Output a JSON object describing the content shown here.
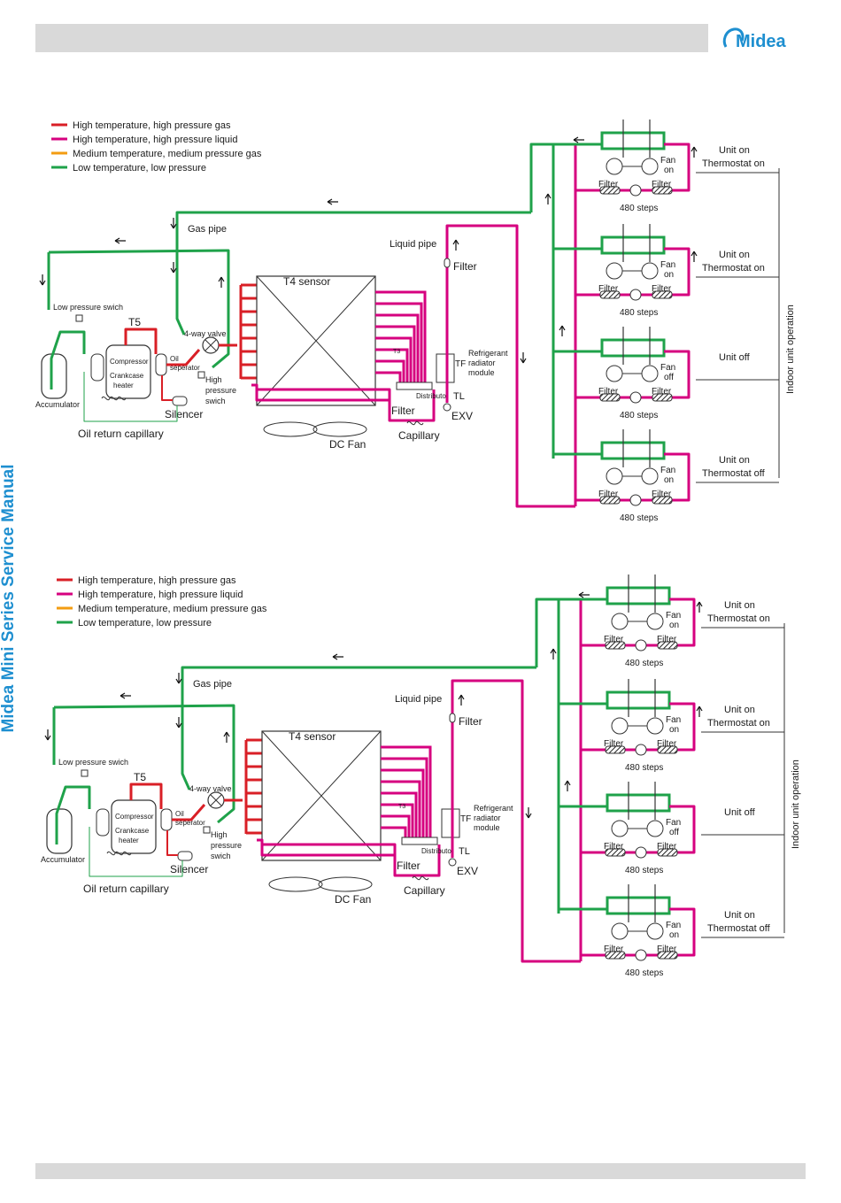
{
  "header": {
    "logo_text": "Midea"
  },
  "side_title": "Midea Mini Series Service Manual",
  "colors": {
    "hot_gas": "#d91f26",
    "hot_liquid": "#d6007f",
    "medium_gas": "#f39c12",
    "low_pressure": "#1fa24a",
    "brand": "#1e8fd0"
  },
  "diagrams": [
    {
      "legend": [
        "High temperature, high pressure gas",
        "High temperature, high pressure liquid",
        "Medium temperature, medium pressure gas",
        "Low temperature, low pressure"
      ],
      "labels": {
        "gas_pipe": "Gas pipe",
        "liquid_pipe": "Liquid pipe",
        "filter": "Filter",
        "t4": "T4  sensor",
        "low_pressure_switch": "Low pressure swich",
        "t5": "T5",
        "four_way_valve": "4-way valve",
        "compressor": "Compressor",
        "crankcase": "Crankcase",
        "heater": "heater",
        "oil_sep_1": "Oil",
        "oil_sep_2": "seperator",
        "accumulator": "Accumulator",
        "silencer": "Silencer",
        "high": "High",
        "pressure": "pressure",
        "swich": "swich",
        "oil_return": "Oil return capillary",
        "dc_fan": "DC Fan",
        "t3": "T3",
        "distributor": "Distributor",
        "tf": "TF",
        "tl": "TL",
        "exv": "EXV",
        "capillary": "Capillary",
        "refrig_1": "Refrigerant",
        "refrig_2": "radiator",
        "refrig_3": "module",
        "indoor_op": "Indoor unit operation"
      },
      "units": [
        {
          "fan_1": "Fan",
          "fan_2": "on",
          "status_1": "Unit on",
          "status_2": "Thermostat on",
          "filter_l": "Filter",
          "filter_r": "Filter",
          "steps": "480 steps"
        },
        {
          "fan_1": "Fan",
          "fan_2": "on",
          "status_1": "Unit on",
          "status_2": "Thermostat on",
          "filter_l": "Filter",
          "filter_r": "Filter",
          "steps": "480 steps"
        },
        {
          "fan_1": "Fan",
          "fan_2": "off",
          "status_1": "Unit off",
          "status_2": "",
          "filter_l": "Filter",
          "filter_r": "Filter",
          "steps": "480 steps"
        },
        {
          "fan_1": "Fan",
          "fan_2": "on",
          "status_1": "Unit on",
          "status_2": "Thermostat off",
          "filter_l": "Filter",
          "filter_r": "Filter",
          "steps": "480 steps"
        }
      ]
    },
    {
      "legend": [
        "High temperature, high pressure gas",
        "High temperature, high pressure liquid",
        "Medium temperature, medium pressure gas",
        "Low temperature, low pressure"
      ],
      "labels": {
        "gas_pipe": "Gas pipe",
        "liquid_pipe": "Liquid pipe",
        "filter": "Filter",
        "t4": "T4  sensor",
        "low_pressure_switch": "Low pressure swich",
        "t5": "T5",
        "four_way_valve": "4-way valve",
        "compressor": "Compressor",
        "crankcase": "Crankcase",
        "heater": "heater",
        "oil_sep_1": "Oil",
        "oil_sep_2": "seperator",
        "accumulator": "Accumulator",
        "silencer": "Silencer",
        "high": "High",
        "pressure": "pressure",
        "swich": "swich",
        "oil_return": "Oil return capillary",
        "dc_fan": "DC Fan",
        "t3": "T3",
        "distributor": "Distributor",
        "tf": "TF",
        "tl": "TL",
        "exv": "EXV",
        "capillary": "Capillary",
        "refrig_1": "Refrigerant",
        "refrig_2": "radiator",
        "refrig_3": "module",
        "indoor_op": "Indoor unit operation"
      },
      "units": [
        {
          "fan_1": "Fan",
          "fan_2": "on",
          "status_1": "Unit on",
          "status_2": "Thermostat on",
          "filter_l": "Filter",
          "filter_r": "Filter",
          "steps": "480 steps"
        },
        {
          "fan_1": "Fan",
          "fan_2": "on",
          "status_1": "Unit on",
          "status_2": "Thermostat on",
          "filter_l": "Filter",
          "filter_r": "Filter",
          "steps": "480 steps"
        },
        {
          "fan_1": "Fan",
          "fan_2": "off",
          "status_1": "Unit off",
          "status_2": "",
          "filter_l": "Filter",
          "filter_r": "Filter",
          "steps": "480 steps"
        },
        {
          "fan_1": "Fan",
          "fan_2": "on",
          "status_1": "Unit on",
          "status_2": "Thermostat off",
          "filter_l": "Filter",
          "filter_r": "Filter",
          "steps": "480 steps"
        }
      ]
    }
  ]
}
